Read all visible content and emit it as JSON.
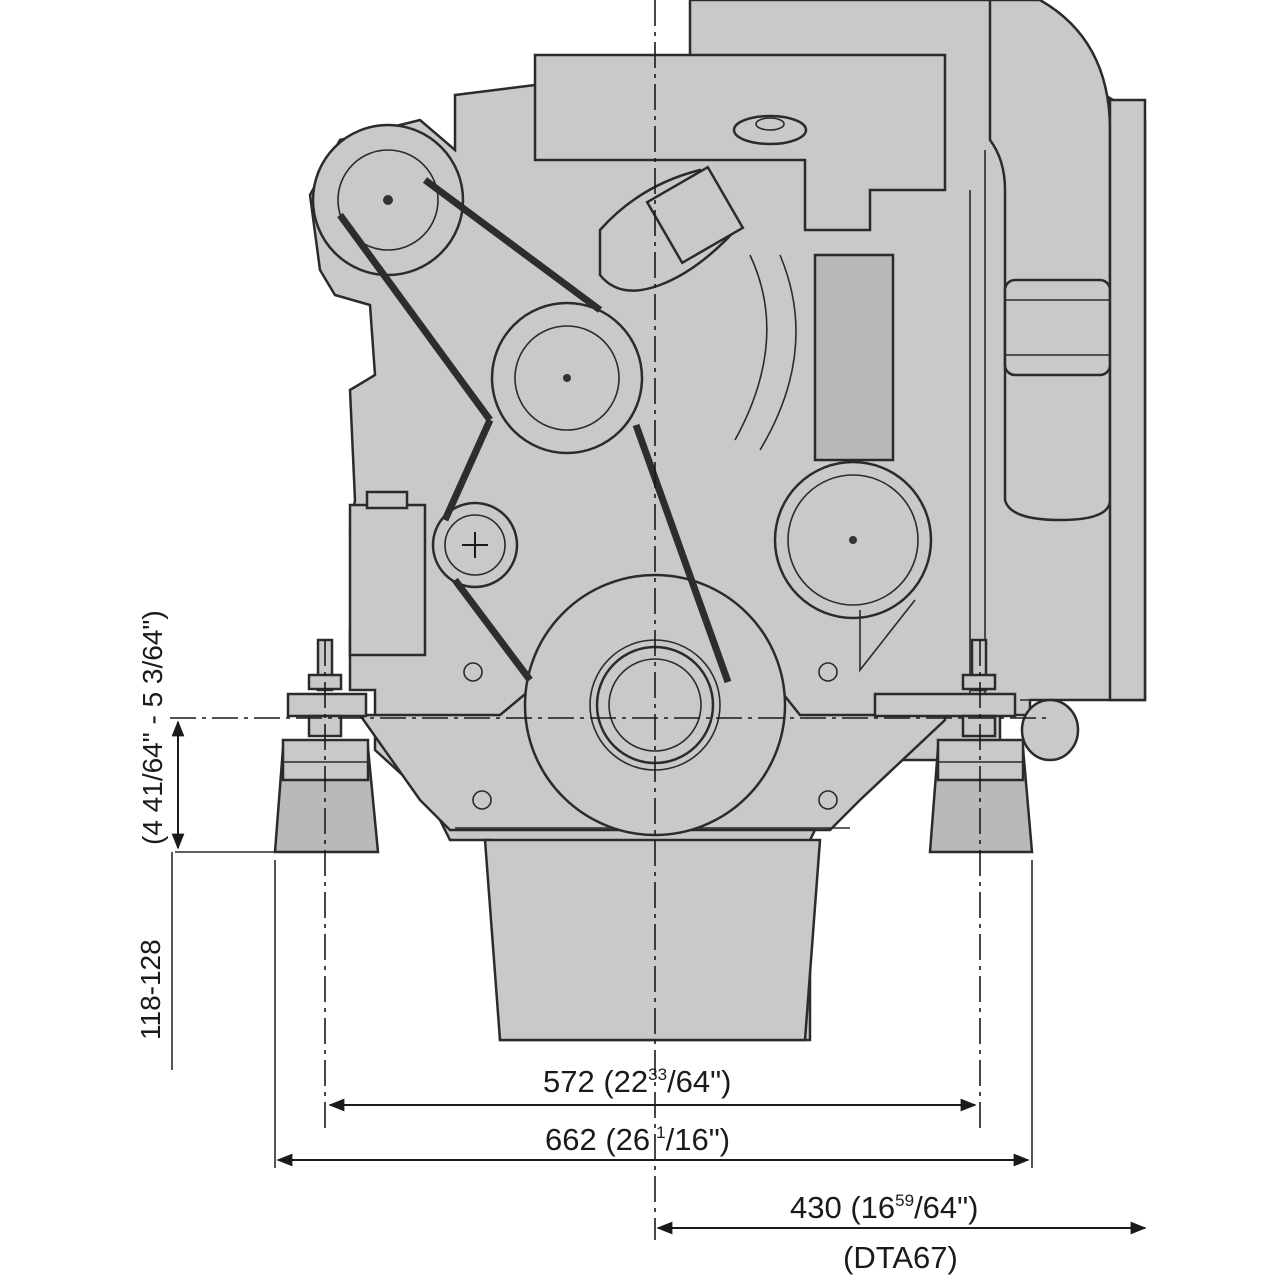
{
  "drawing": {
    "dimensions": {
      "width_572": "572  (22",
      "width_572_frac": "33",
      "width_572_unit": "/64\")",
      "width_662": "662  (26",
      "width_662_frac": "1",
      "width_662_unit": "/16\")",
      "offset_430": "430  (16",
      "offset_430_frac": "59",
      "offset_430_unit": "/64\")",
      "offset_430_model": "(DTA67)",
      "mount_height_mm": "118-128",
      "mount_height_in": "(4 41/64\" - 5 3/64\")"
    }
  }
}
